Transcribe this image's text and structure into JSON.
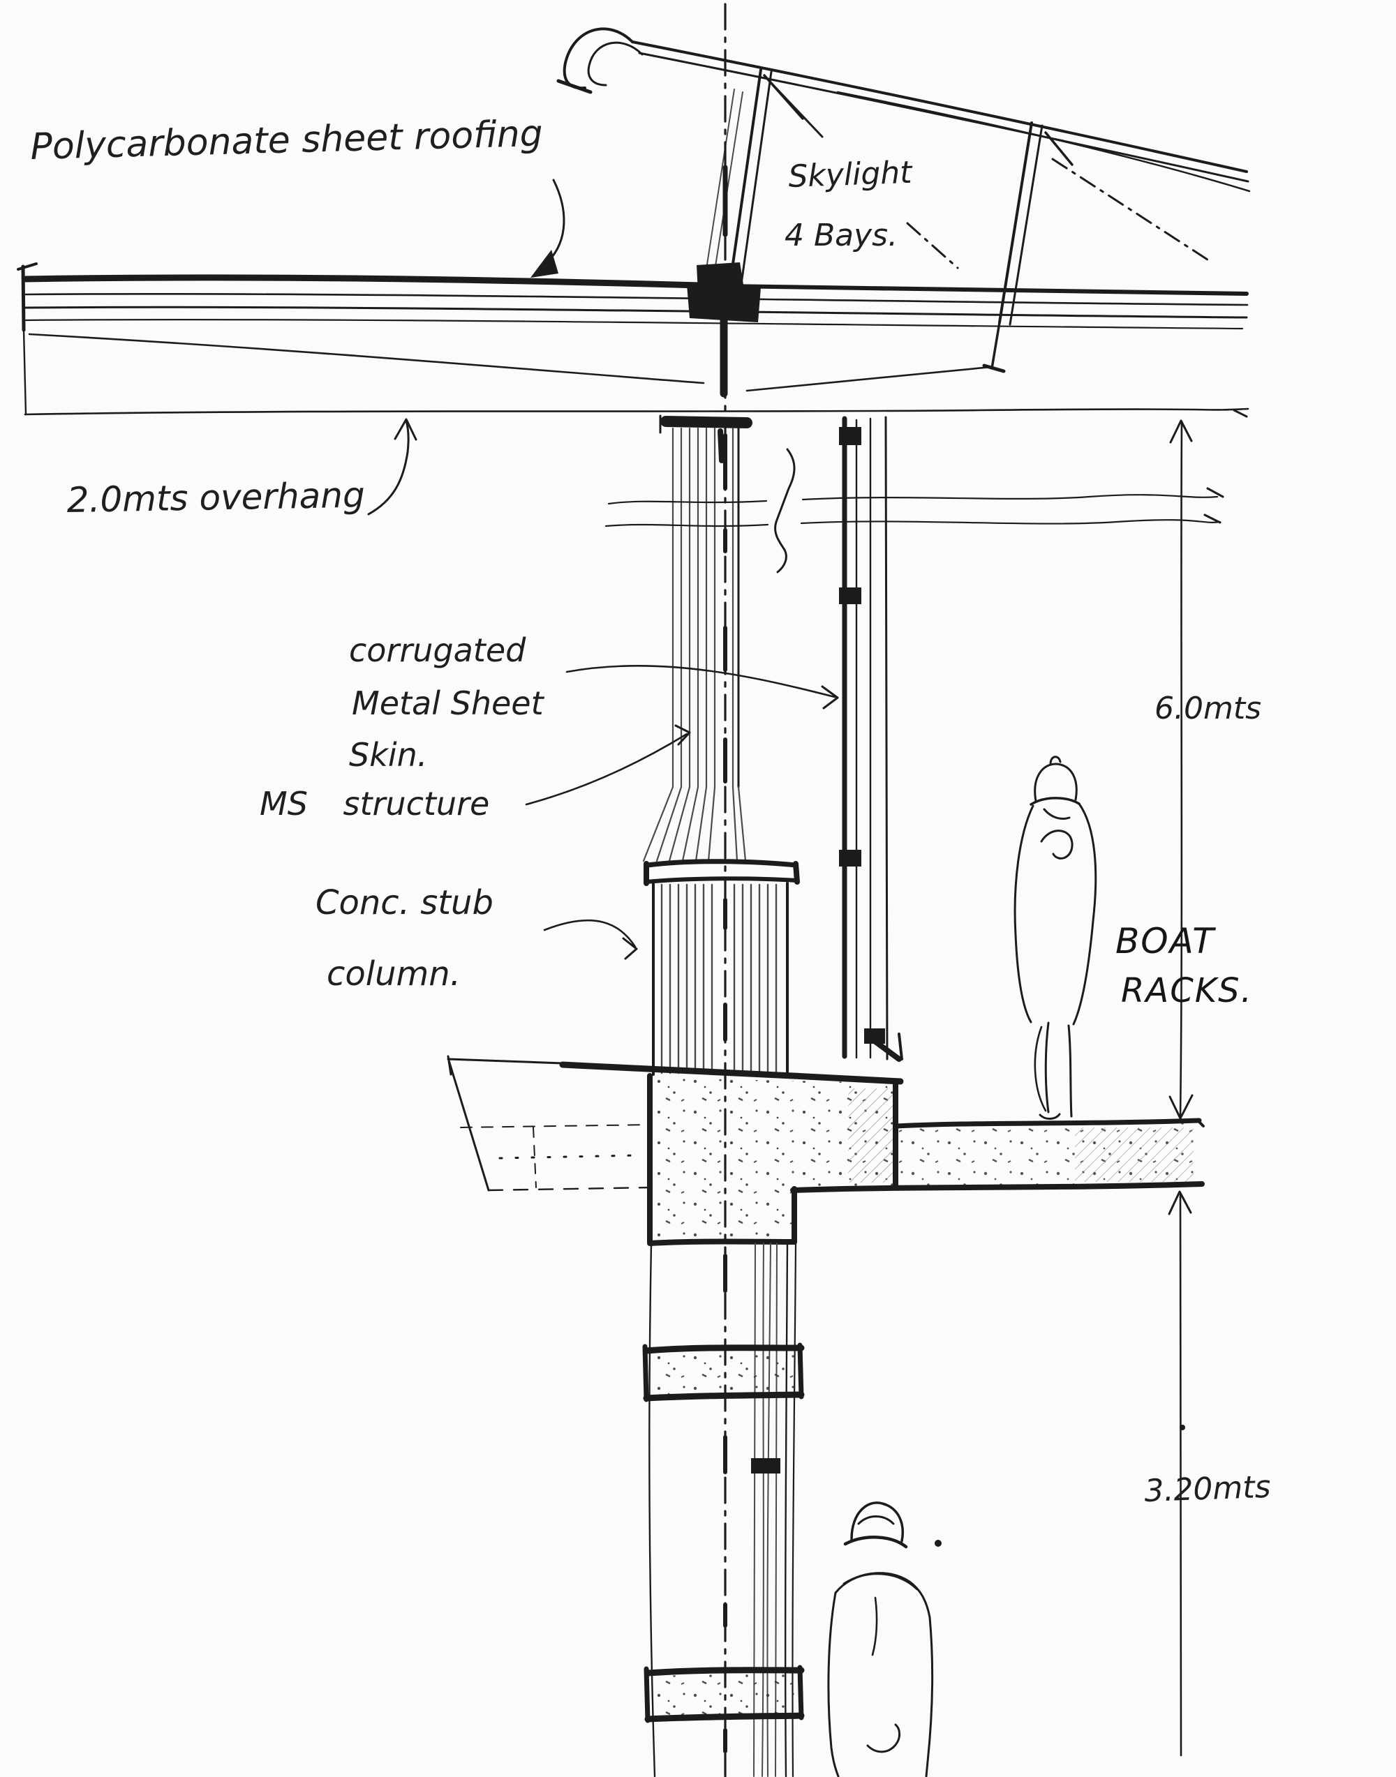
{
  "document": {
    "kind": "hand-drawn architectural section sketch",
    "paper_color": "#fbfbfa",
    "ink_color": "#1c1c1c"
  },
  "labels": {
    "roofing": "Polycarbonate sheet roofing",
    "skylight_l1": "Skylight",
    "skylight_l2": "4 Bays.",
    "overhang": "2.0mts overhang",
    "skin_l1": "corrugated",
    "skin_l2": "Metal Sheet",
    "skin_l3": "Skin.",
    "ms_structure": "MS structure",
    "stub_l1": "Conc. stub",
    "stub_l2": "column.",
    "boat_l1": "BOAT",
    "boat_l2": "RACKS.",
    "dim_roof_height": "6.0mts",
    "dim_floor_height": "3.20mts"
  }
}
